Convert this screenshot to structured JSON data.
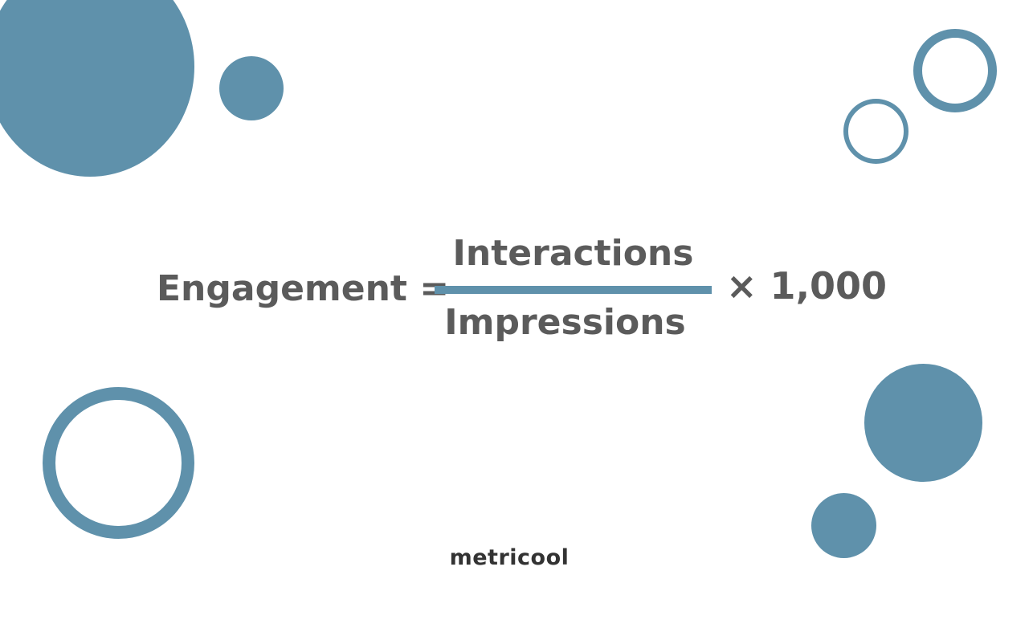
{
  "colors": {
    "accent": "#5f91ab",
    "text": "#5b5b5b",
    "background": "#ffffff"
  },
  "formula": {
    "lhs": "Engagement =",
    "numerator": "Interactions",
    "denominator": "Impressions",
    "multiplier": "× 1,000"
  },
  "brand": {
    "logo_text": "metricool"
  }
}
